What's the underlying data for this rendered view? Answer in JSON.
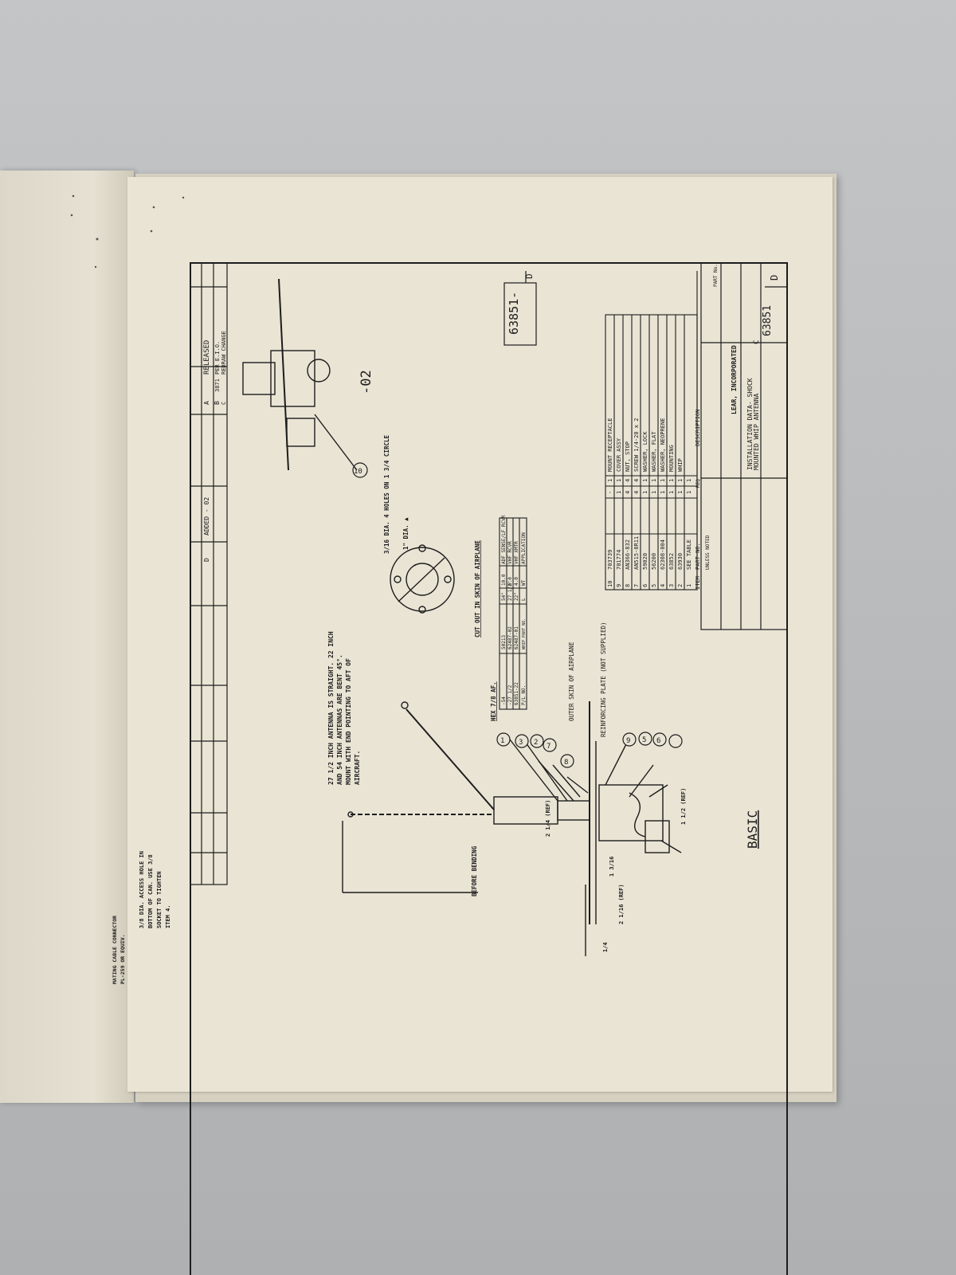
{
  "drawing": {
    "sheet_number": "63851-",
    "size_letter": "D",
    "view_basic_label": "BASIC",
    "view_02_label": "-02",
    "cutout_caption": "CUT OUT IN SKIN OF AIRPLANE",
    "holes_note": "3/16 DIA. 4 HOLES ON 1 3/4 CIRCLE",
    "hole_dia_note": "1\" DIA. ▲",
    "antenna_note_1": "27 1/2 INCH ANTENNA IS STRAIGHT. 22 INCH",
    "antenna_note_2": "AND 54 INCH ANTENNAS ARE BENT 45°.",
    "antenna_note_3": "MOUNT WITH END POINTING TO AFT OF",
    "antenna_note_4": "AIRCRAFT.",
    "before_bending_label": "BEFORE\nBENDING",
    "hex_label": "HEX 7/8 AF.",
    "outer_skin_label": "OUTER SKIN OF AIRPLANE",
    "reinforcing_label": "REINFORCING PLATE (NOT SUPPLIED)",
    "mating_note_1": "MATING CABLE CONNECTOR",
    "mating_note_2": "PL-259 OR EQUIV.",
    "access_note_1": "3/8 DIA. ACCESS HOLE IN",
    "access_note_2": "BOTTOM OF CAN. USE 3/8",
    "access_note_3": "SOCKET TO TIGHTEN",
    "access_note_4": "ITEM 4.",
    "dim_ref_1": "2 1/4 (REF)",
    "dim_ref_2": "2 1/16 (REF)",
    "dim_ref_3": "1 3/16",
    "dim_ref_4": "1 1/2 (REF)",
    "dim_frac": "1/4",
    "balloon_labels": [
      "1",
      "3",
      "2",
      "7",
      "8",
      "9",
      "5",
      "6",
      "10"
    ]
  },
  "app_table": {
    "rows": [
      [
        "-54",
        "50213",
        "54\"",
        "10.0",
        "ADF SENSE/LF RCVR"
      ],
      [
        "-27 1/2",
        "62487-02",
        "27 1/2\"",
        "6.0",
        "VHF RCVR"
      ],
      [
        "63851-22",
        "62487-01",
        "22\"",
        "4.0",
        "VHF XMTR"
      ],
      [
        "P/L NO.",
        "WHIP\nPART NO.",
        "L",
        "WT",
        "APPLICATION"
      ]
    ]
  },
  "parts_list": {
    "rows": [
      [
        "10",
        "703739",
        "-",
        "1",
        "MOUNT RECEPTACLE"
      ],
      [
        "9",
        "701774",
        "1",
        "1",
        "COVER ASSY"
      ],
      [
        "8",
        "AN366-832",
        "4",
        "4",
        "NUT, STOP"
      ],
      [
        "7",
        "AN515-8R11",
        "4",
        "4",
        "SCREW  1/4-28 x 2"
      ],
      [
        "6",
        "59020",
        "1",
        "1",
        "WASHER, LOCK"
      ],
      [
        "5",
        "56200",
        "1",
        "1",
        "WASHER, FLAT"
      ],
      [
        "4",
        "62308-004",
        "1",
        "1",
        "WASHER, NEOPRENE"
      ],
      [
        "3",
        "63852",
        "1",
        "1",
        "MOUNTING"
      ],
      [
        "2",
        "63930",
        "1",
        "1",
        "WHIP"
      ],
      [
        "1",
        "SEE TABLE",
        "1",
        "1",
        ""
      ]
    ],
    "header": [
      "ITEM",
      "PART NO.",
      "",
      "REQ",
      "DESCRIPTION"
    ],
    "notes_label": "UNLESS NOTED"
  },
  "title_block": {
    "company": "LEAR, INCORPORATED",
    "title_line_1": "INSTALLATION DATA- SHOCK",
    "title_line_2": "MOUNTED WHIP ANTENNA",
    "drawing_number": "63851",
    "size": "D",
    "size_small": "C",
    "part_no_label": "PART No."
  },
  "revisions": {
    "released": "RELEASED",
    "released_ref": "PER E.I.O.",
    "change_1": "ADDED - 02",
    "change_2": "REDRAW CHANGE",
    "rev_a": "A",
    "rev_b": "B",
    "rev_c": "C",
    "rev_d": "D",
    "rev_date": "3871"
  }
}
